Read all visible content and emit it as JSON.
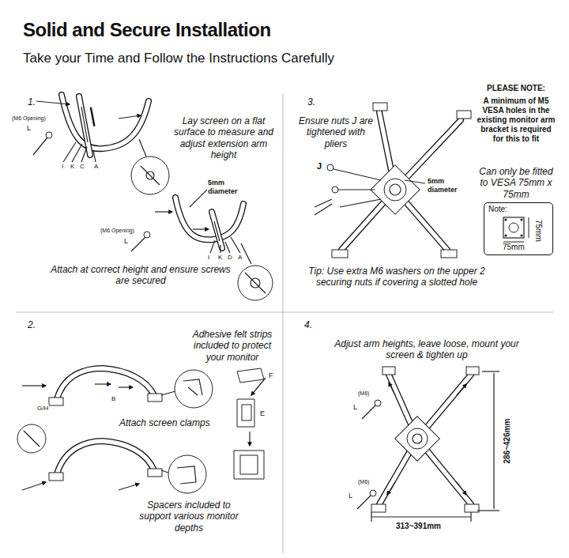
{
  "diagram": {
    "title": "Solid and Secure Installation",
    "nodes": [
      {
        "text": [
          "Note:",
          "75mm",
          "75mm"
        ]
      }
    ],
    "labels": [
      "Take your Time and Follow the Instructions Carefully",
      "1.",
      "(M6 Opening)",
      "L",
      "I",
      "K",
      "C",
      "A",
      "Lay screen on a flat surface to measure and adjust extension arm height",
      "5mm diameter",
      "(M6 Opening)",
      "L",
      "I",
      "K",
      "D",
      "A",
      "Attach at correct height and ensure screws are secured",
      "3.",
      "Ensure nuts J are tightened with pliers",
      "J",
      "5mm diameter",
      "Tip: Use extra M6 washers on the upper 2 securing nuts if covering a slotted hole",
      "PLEASE NOTE:",
      "A minimum of M5 VESA holes in the existing monitor arm bracket is required for this to fit",
      "Can only be fitted to VESA 75mm x 75mm",
      "2.",
      "G/H",
      "B",
      "Attach screen clamps",
      "Adhesive felt strips included to protect your monitor",
      "F",
      "E",
      "Spacers included to support various monitor depths",
      "4.",
      "Adjust arm heights, leave loose, mount your screen & tighten up",
      "(M6)",
      "L",
      "(M6)",
      "L",
      "286~426mm",
      "313~391mm"
    ]
  }
}
